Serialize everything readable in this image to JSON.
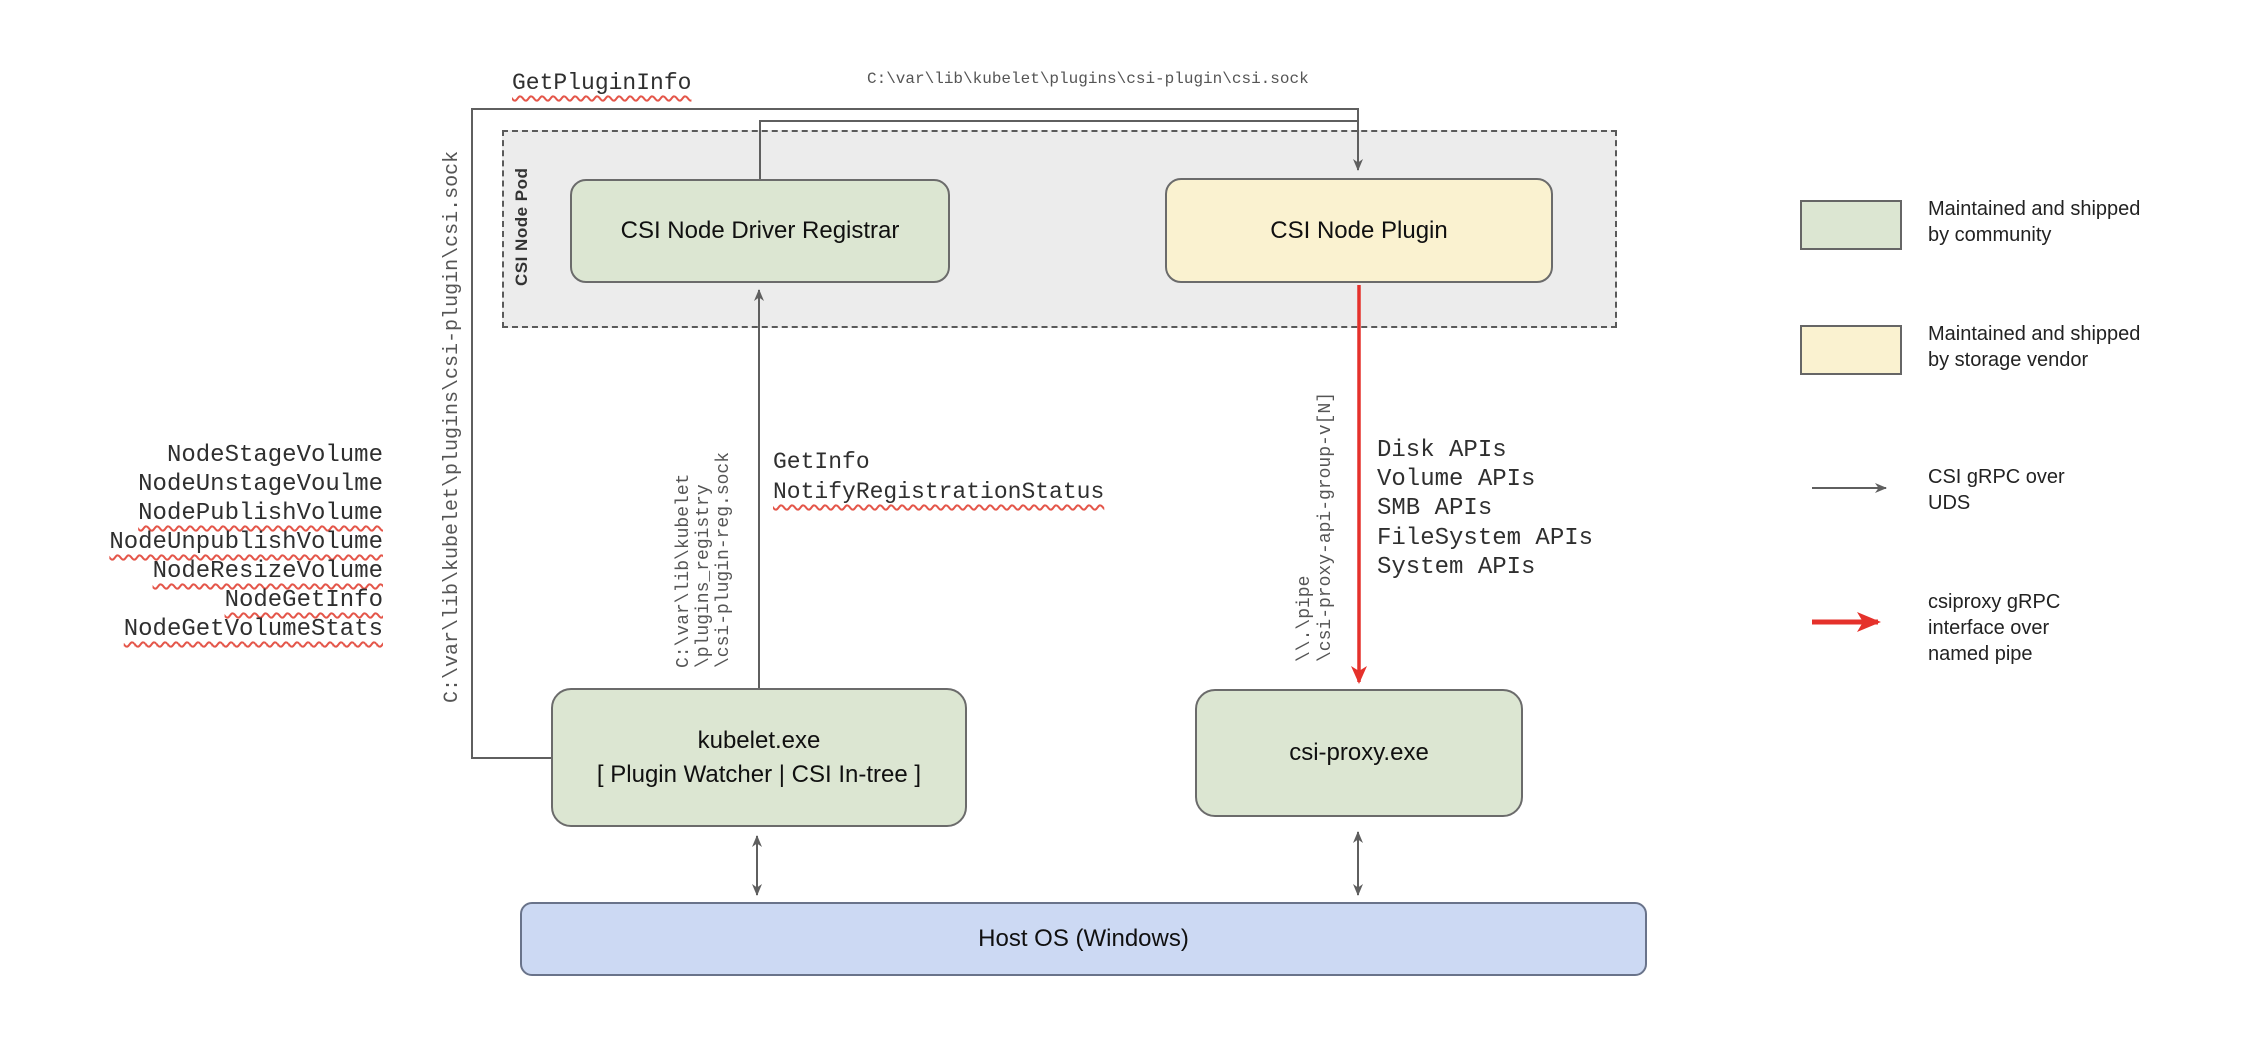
{
  "labels": {
    "get_plugin_info": "GetPluginInfo",
    "csi_sock_path_top": "C:\\var\\lib\\kubelet\\plugins\\csi-plugin\\csi.sock",
    "csi_sock_path_left": "C:\\var\\lib\\kubelet\\plugins\\csi-plugin\\csi.sock"
  },
  "node_calls": [
    "NodeStageVolume",
    "NodeUnstageVoulme",
    "NodePublishVolume",
    "NodeUnpublishVolume",
    "NodeResizeVolume",
    "NodeGetInfo",
    "NodeGetVolumeStats"
  ],
  "registration": {
    "path_lines": [
      "C:\\var\\lib\\kubelet",
      "\\plugins_registry",
      "\\csi-plugin-reg.sock"
    ],
    "calls": [
      "GetInfo",
      "NotifyRegistrationStatus"
    ]
  },
  "named_pipe": {
    "path_lines": [
      "\\\\.\\pipe",
      "\\csi-proxy-api-group-v[N]"
    ],
    "apis": [
      "Disk APIs",
      "Volume APIs",
      "SMB APIs",
      "FileSystem APIs",
      "System APIs"
    ]
  },
  "pod_label": "CSI Node Pod",
  "nodes": {
    "registrar": "CSI Node Driver Registrar",
    "plugin": "CSI Node Plugin",
    "kubelet_title": "kubelet.exe",
    "kubelet_subtitle": "[ Plugin Watcher | CSI In-tree ]",
    "csi_proxy": "csi-proxy.exe",
    "host_os": "Host OS (Windows)"
  },
  "legend": [
    {
      "kind": "swatch",
      "color": "#dce6d2",
      "label": "Maintained and shipped\nby community"
    },
    {
      "kind": "swatch",
      "color": "#faf2d0",
      "label": "Maintained and shipped\nby storage vendor"
    },
    {
      "kind": "arrow",
      "color": "#5f5f5f",
      "label": "CSI gRPC over\nUDS"
    },
    {
      "kind": "arrow",
      "color": "#e5312b",
      "label": "csiproxy gRPC\ninterface over\nnamed pipe"
    }
  ],
  "colors": {
    "community_green": "#dce6d2",
    "vendor_yellow": "#faf2d0",
    "host_blue": "#ccd9f3",
    "pod_gray": "#ececec",
    "wire_gray": "#5f5f5f",
    "pipe_red": "#e5312b",
    "squiggle_red": "#e4564a"
  }
}
